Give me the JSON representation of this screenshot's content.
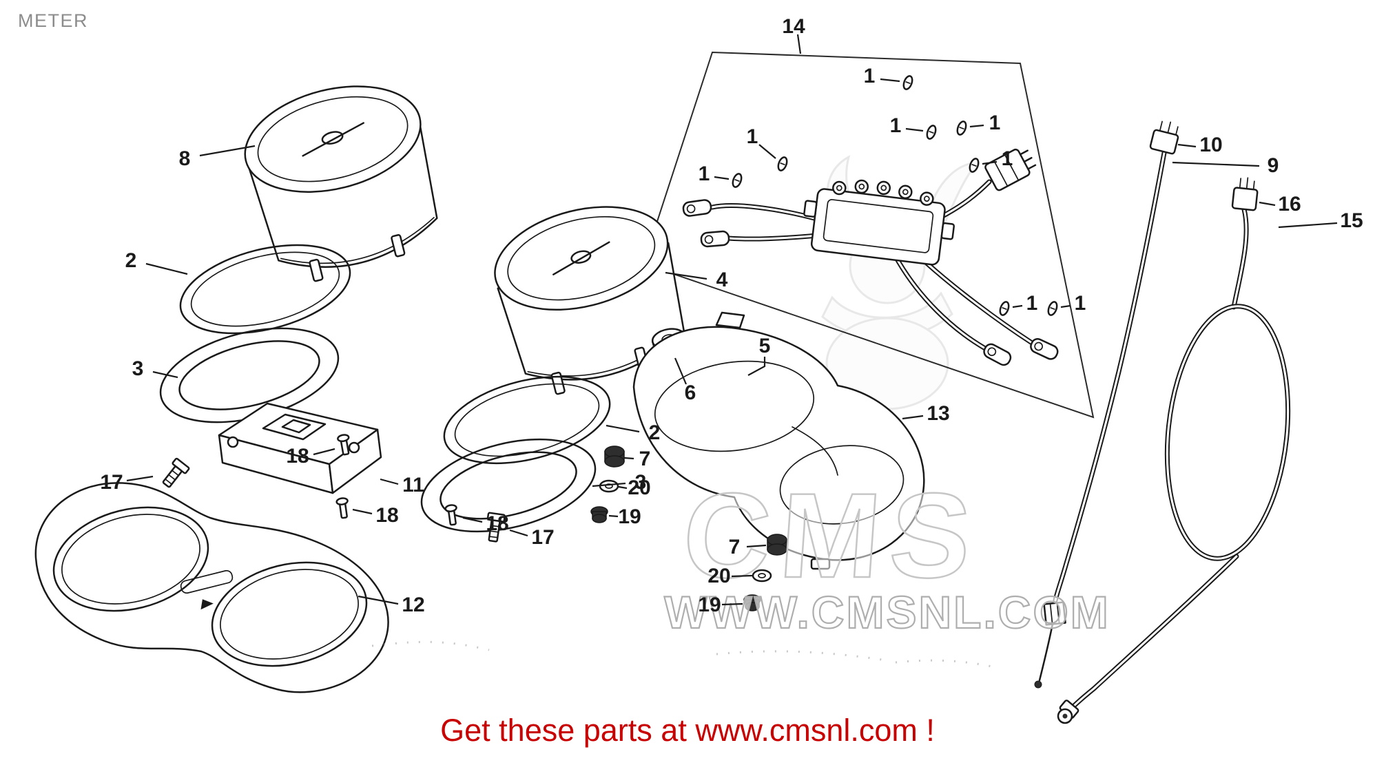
{
  "title": "METER",
  "watermark": {
    "logo": "CMS",
    "url": "WWW.CMSNL.COM"
  },
  "footer": {
    "text": "Get these parts at www.cmsnl.com !",
    "color": "#c80000"
  },
  "labels": {
    "n1": "1",
    "n2": "2",
    "n3": "3",
    "n4": "4",
    "n5": "5",
    "n6": "6",
    "n7": "7",
    "n8": "8",
    "n9": "9",
    "n10": "10",
    "n11": "11",
    "n12": "12",
    "n13": "13",
    "n14": "14",
    "n15": "15",
    "n16": "16",
    "n17": "17",
    "n18": "18",
    "n19": "19",
    "n20": "20"
  }
}
